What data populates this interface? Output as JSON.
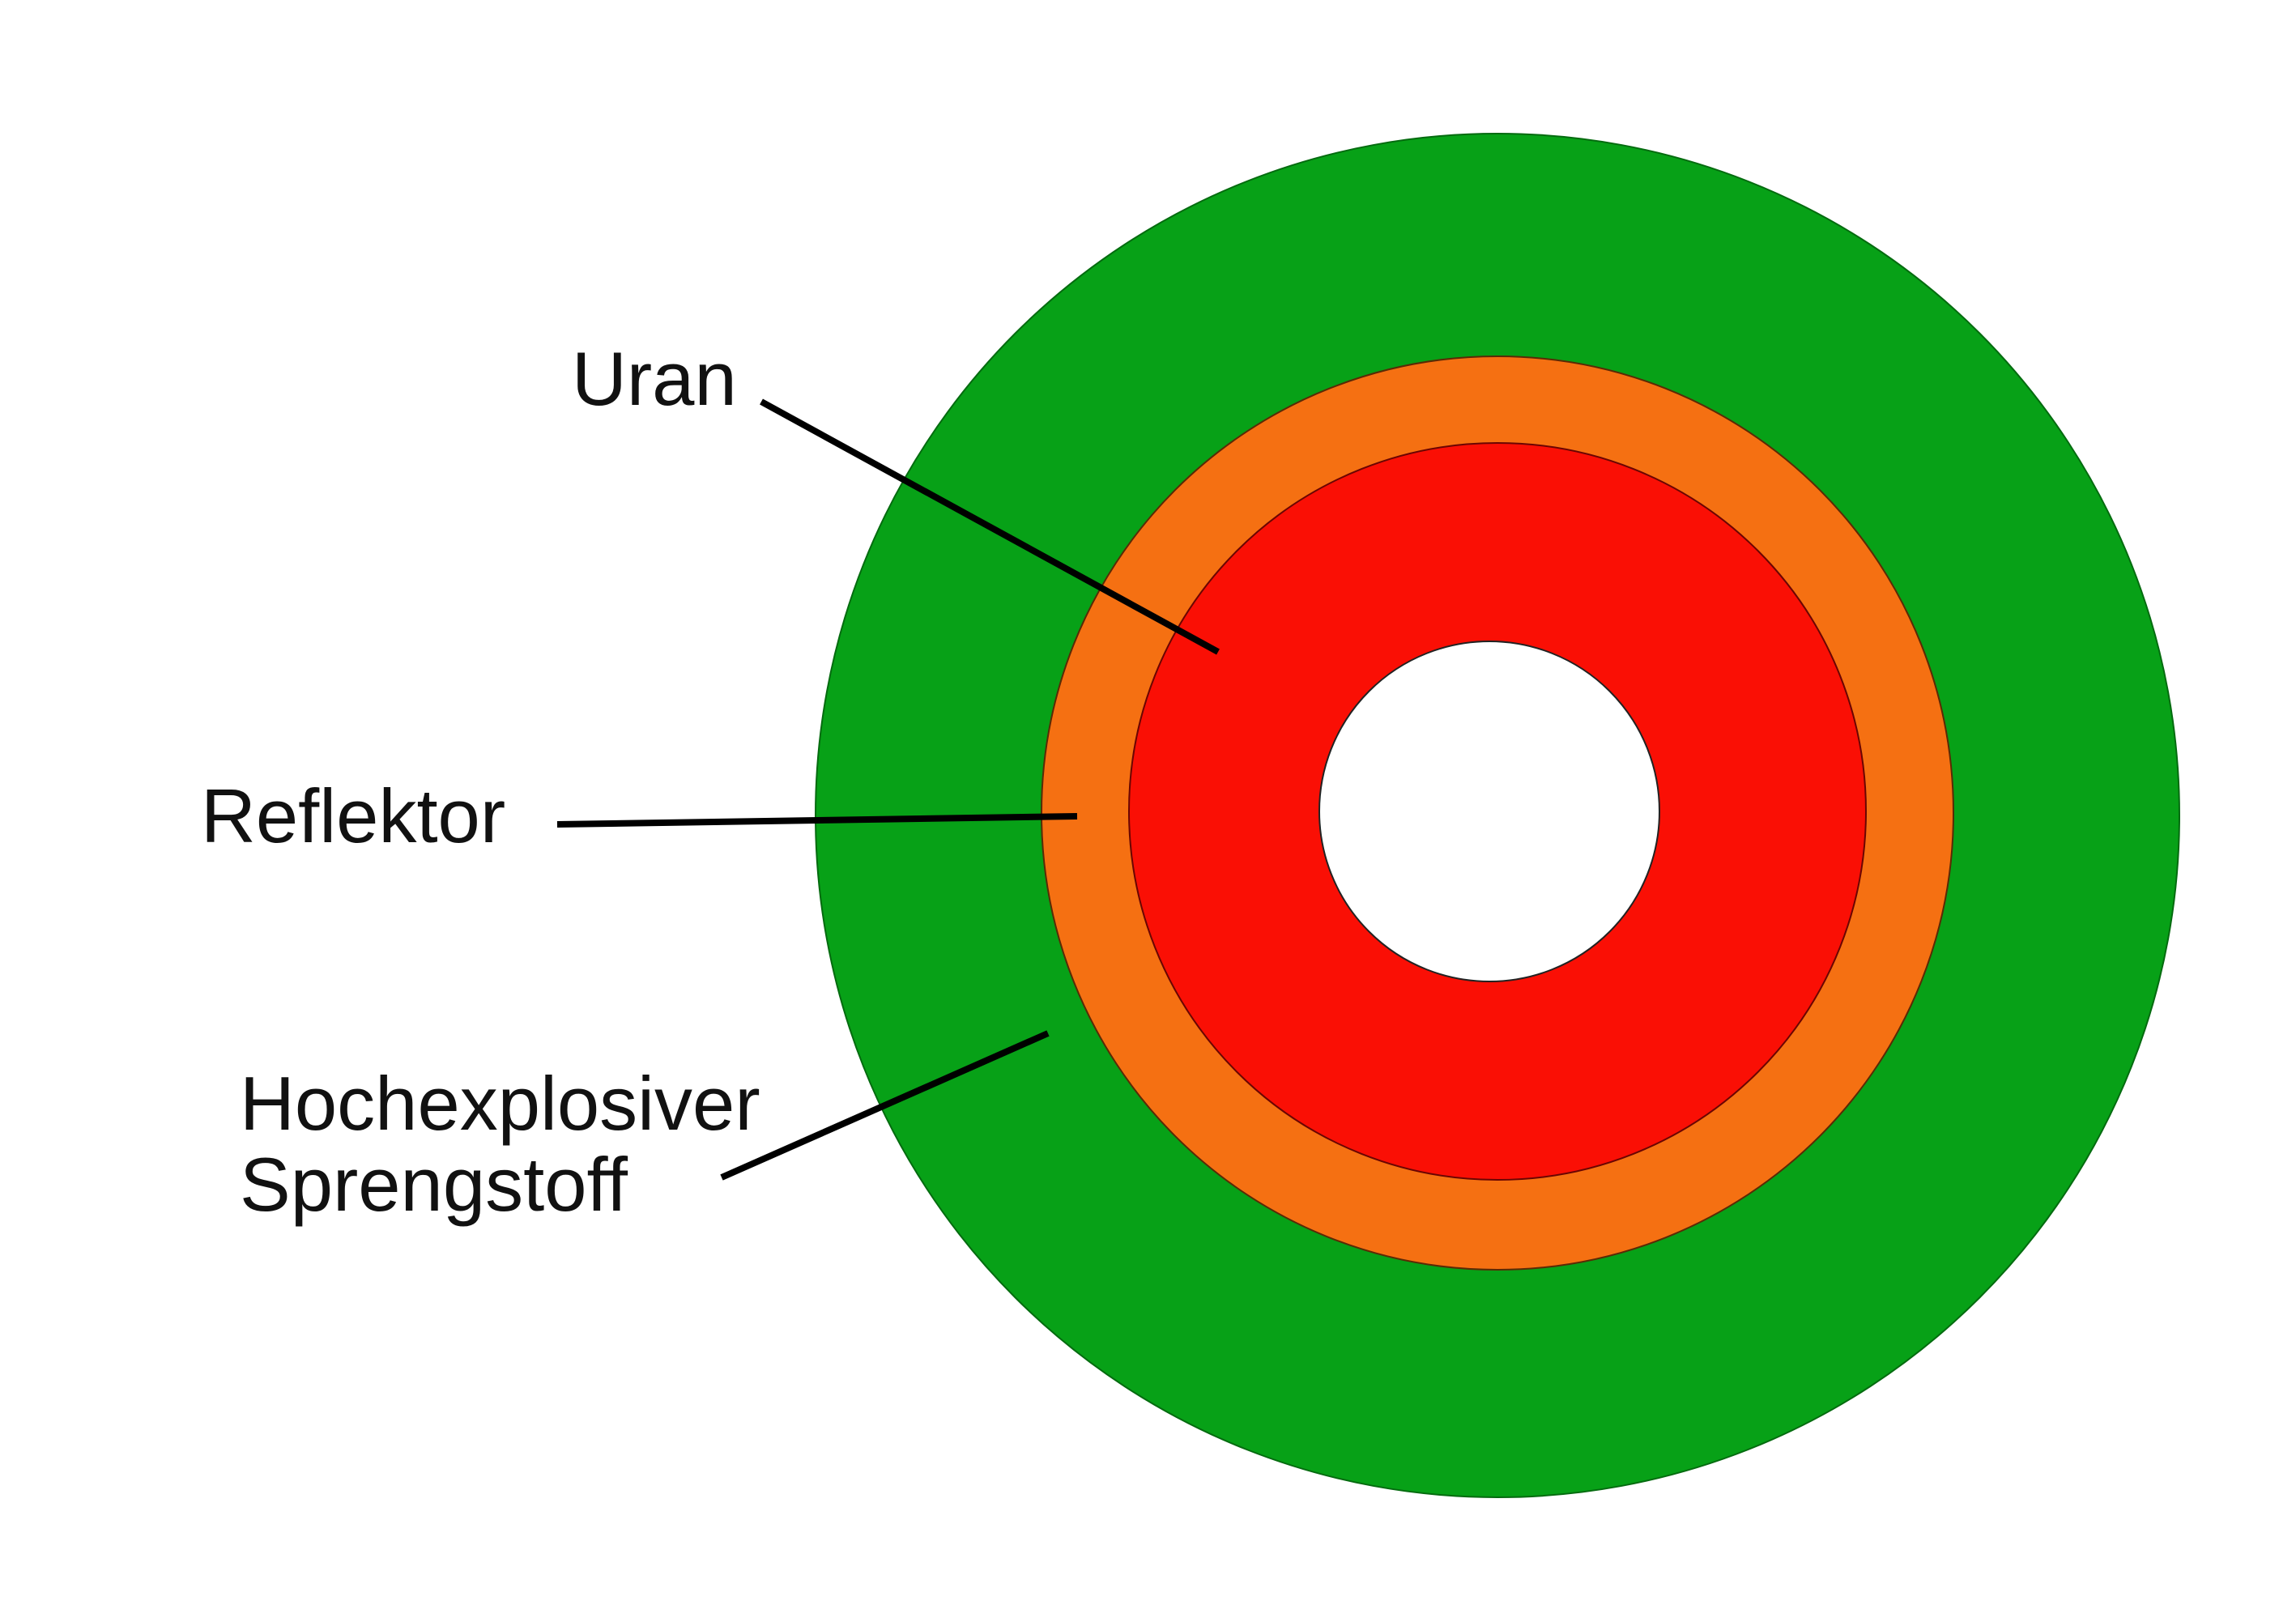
{
  "diagram": {
    "layers": [
      {
        "name": "explosive-layer",
        "color": "#07a117"
      },
      {
        "name": "reflector-layer",
        "color": "#f57012"
      },
      {
        "name": "uranium-layer",
        "color": "#fa0f05"
      },
      {
        "name": "hollow-core",
        "color": "#ffffff"
      }
    ],
    "labels": {
      "uranium": "Uran",
      "reflector": "Reflektor",
      "explosive_line1": "Hochexplosiver",
      "explosive_line2": "Sprengstoff"
    }
  }
}
